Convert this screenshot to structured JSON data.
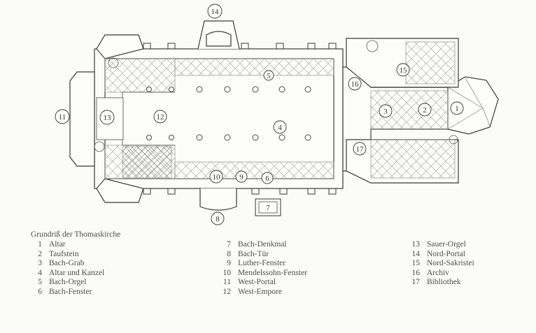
{
  "legend": {
    "title": "Grundriß der Thomaskirche",
    "items": [
      {
        "n": "1",
        "label": "Altar"
      },
      {
        "n": "2",
        "label": "Taufstein"
      },
      {
        "n": "3",
        "label": "Bach-Grab"
      },
      {
        "n": "4",
        "label": "Altar und Kanzel"
      },
      {
        "n": "5",
        "label": "Bach-Orgel"
      },
      {
        "n": "6",
        "label": "Bach-Fenster"
      },
      {
        "n": "7",
        "label": "Bach-Denkmal"
      },
      {
        "n": "8",
        "label": "Bach-Tür"
      },
      {
        "n": "9",
        "label": "Luther-Fenster"
      },
      {
        "n": "10",
        "label": "Mendelssohn-Fenster"
      },
      {
        "n": "11",
        "label": "West-Portal"
      },
      {
        "n": "12",
        "label": "West-Empore"
      },
      {
        "n": "13",
        "label": "Sauer-Orgel"
      },
      {
        "n": "14",
        "label": "Nord-Portal"
      },
      {
        "n": "15",
        "label": "Nord-Sakristei"
      },
      {
        "n": "16",
        "label": "Archiv"
      },
      {
        "n": "17",
        "label": "Bibliothek"
      }
    ]
  },
  "markers": [
    "1",
    "2",
    "3",
    "4",
    "5",
    "6",
    "7",
    "8",
    "9",
    "10",
    "11",
    "12",
    "13",
    "14",
    "15",
    "16",
    "17"
  ]
}
